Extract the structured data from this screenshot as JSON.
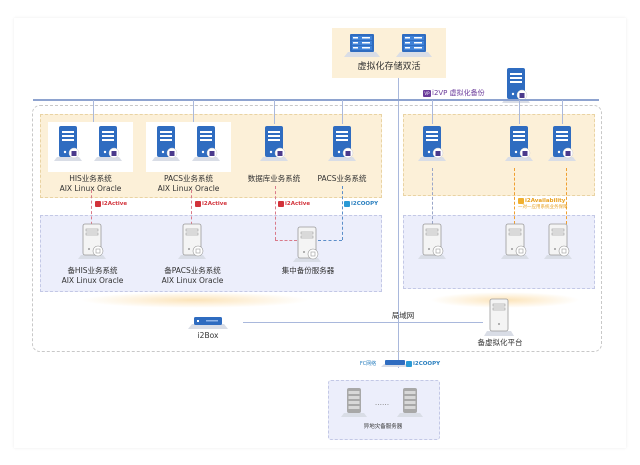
{
  "diagram": {
    "storage": {
      "label": "虚拟化存储双活"
    },
    "i2vp": {
      "tag": "VP",
      "label": "i2VP 虚拟化备份"
    },
    "prod_left": [
      {
        "label1": "HIS业务系统",
        "label2": "AIX Linux Oracle"
      },
      {
        "label1": "PACS业务系统",
        "label2": "AIX Linux Oracle"
      },
      {
        "label1": "数据库业务系统",
        "label2": ""
      },
      {
        "label1": "PACS业务系统",
        "label2": ""
      }
    ],
    "links_left": [
      {
        "label": "i2Active",
        "color": "#d2323a"
      },
      {
        "label": "i2Active",
        "color": "#d2323a"
      },
      {
        "label": "i2Active",
        "color": "#d2323a"
      },
      {
        "label": "i2COOPY",
        "color": "#2a7fbf"
      }
    ],
    "backup_left": [
      {
        "label1": "备HIS业务系统",
        "label2": "AIX Linux Oracle"
      },
      {
        "label1": "备PACS业务系统",
        "label2": "AIX Linux Oracle"
      },
      {
        "label1": "集中备份服务器",
        "label2": ""
      }
    ],
    "availability": {
      "label": "i2Availability",
      "sub": "一对一应用系统业务保障"
    },
    "i2box": {
      "label": "i2Box"
    },
    "lan": {
      "label": "局域网"
    },
    "backup_virt": {
      "label": "备虚拟化平台"
    },
    "fc": {
      "label": "FC网络",
      "link": "i2COOPY"
    },
    "remote": {
      "label": "异地灾备服务器",
      "ellipsis": "......"
    },
    "colors": {
      "server_blue": "#2f6cc0",
      "server_gray": "#e8e8e8",
      "bus": "#8ea3cf",
      "prod_zone": "#fcf0d8",
      "backup_zone": "#eceefb"
    }
  }
}
